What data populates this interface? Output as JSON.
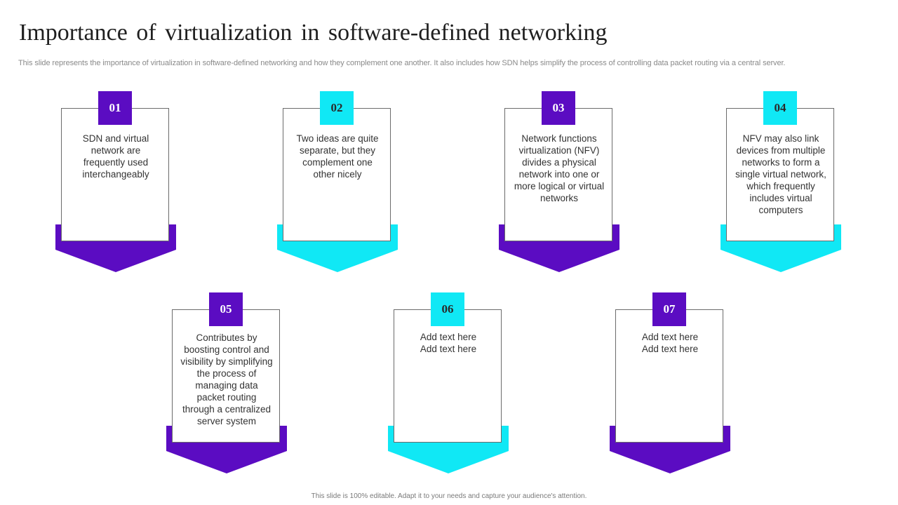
{
  "header": {
    "title": "Importance of virtualization in software-defined networking",
    "subtitle": "This slide represents the importance of virtualization in software-defined networking and how they complement one another. It also includes how SDN helps simplify the process of controlling data packet routing via a central server."
  },
  "colors": {
    "purple": "#5b0cc2",
    "cyan": "#10e8f5"
  },
  "cards": [
    {
      "number": "01",
      "text": "SDN and virtual network are frequently used interchangeably",
      "color": "purple"
    },
    {
      "number": "02",
      "text": "Two ideas are quite separate, but they complement one other nicely",
      "color": "cyan"
    },
    {
      "number": "03",
      "text": "Network functions virtualization (NFV) divides a physical network into one or more logical or virtual networks",
      "color": "purple"
    },
    {
      "number": "04",
      "text": "NFV may also link devices from multiple networks to form a single virtual network, which frequently includes virtual computers",
      "color": "cyan"
    },
    {
      "number": "05",
      "text": "Contributes by boosting control and visibility by simplifying the process of managing data packet routing through a centralized server system",
      "color": "purple"
    },
    {
      "number": "06",
      "text": "Add text here Add text here",
      "color": "cyan"
    },
    {
      "number": "07",
      "text": "Add text here Add text here",
      "color": "purple"
    }
  ],
  "footer": {
    "note": "This slide is 100% editable. Adapt it to your needs and capture your audience's attention."
  }
}
